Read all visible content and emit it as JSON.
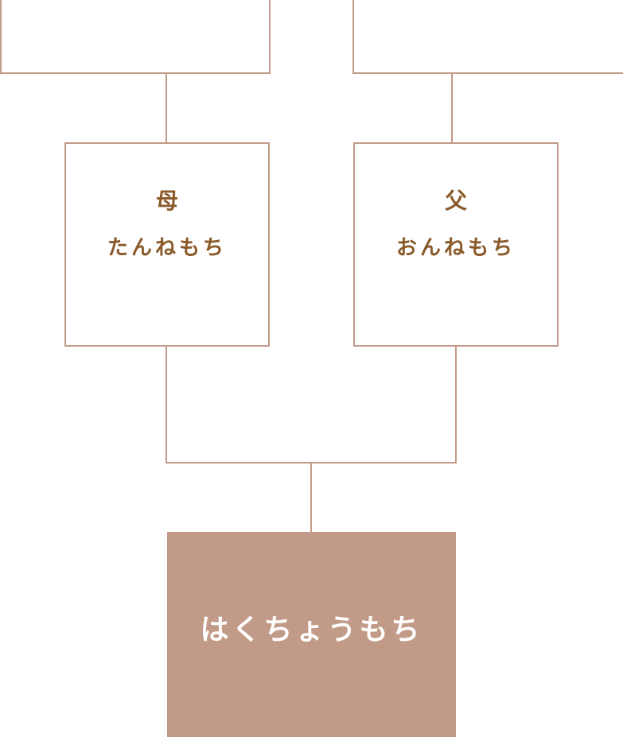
{
  "tree": {
    "mother": {
      "relation": "母",
      "name": "たんねもち"
    },
    "father": {
      "relation": "父",
      "name": "おんねもち"
    },
    "child": {
      "name": "はくちょうもち"
    }
  },
  "colors": {
    "line": "#c49a88",
    "text": "#8a5a2a",
    "child_fill": "#c19b87"
  }
}
